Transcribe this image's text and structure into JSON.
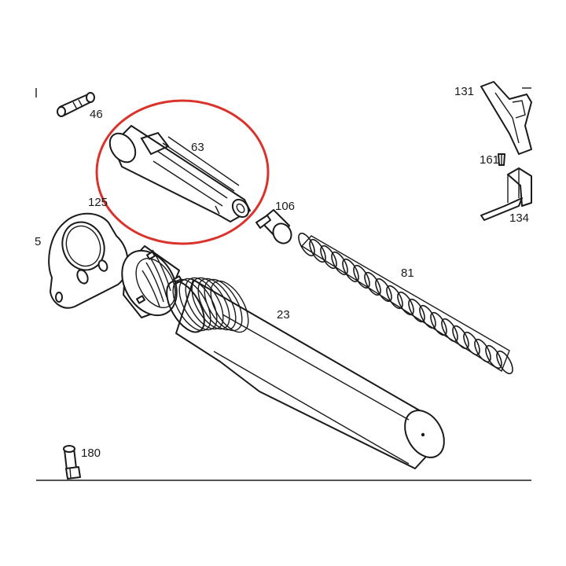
{
  "diagram": {
    "labels": {
      "p46": "46",
      "p63": "63",
      "p125": "125",
      "p5": "5",
      "p106": "106",
      "p81": "81",
      "p23": "23",
      "p131": "131",
      "p161": "161",
      "p134": "134",
      "p180": "180"
    },
    "colors": {
      "line": "#1a1a1a",
      "highlight": "#d9332b",
      "background": "#ffffff"
    }
  }
}
